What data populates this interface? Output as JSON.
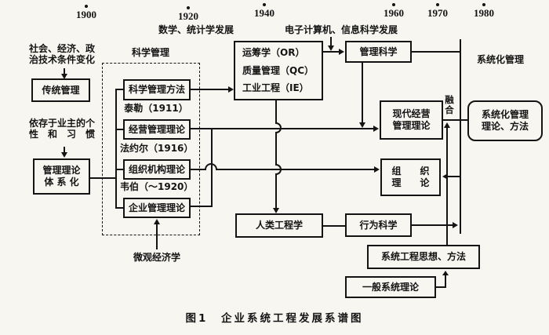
{
  "timeline": {
    "years": [
      "1900",
      "1920",
      "1940",
      "1960",
      "1970",
      "1980"
    ],
    "dev_math": "数学、统计学发展",
    "dev_computer": "电子计算机、信息科学发展"
  },
  "labels": {
    "social": "社会、经济、政\n治技术条件变化",
    "depend": "依存于业主的个\n性　和　习　惯",
    "sci_mgmt": "科学管理",
    "taylor": "泰勒（1911）",
    "fayol": "法约尔（1916）",
    "weber": "韦伯（～1920）",
    "micro": "微观经济学",
    "sys_mgmt": "系统化管理",
    "fusion": "融\n合",
    "caption": "图1　企业系统工程发展系谱图"
  },
  "boxes": {
    "traditional": "传统管理",
    "systemized": "管理理论\n体 系 化",
    "sci_method": "科学管理方法",
    "biz_admin": "经营管理理论",
    "org_struct": "组织机构理论",
    "ent_mgmt": "企业管理理论",
    "or_qc_ie": "运筹学（OR）\n质量管理（QC）\n工业工程（IE）",
    "mgmt_sci": "管理科学",
    "modern": "现代经营\n管理理论",
    "org_theory": "组　　织\n理　　论",
    "human_eng": "人类工程学",
    "behavior": "行为科学",
    "sys_eng": "系统工程思想、方法",
    "general_sys": "一般系统理论",
    "sys_method": "系统化管理\n理论、方法"
  }
}
